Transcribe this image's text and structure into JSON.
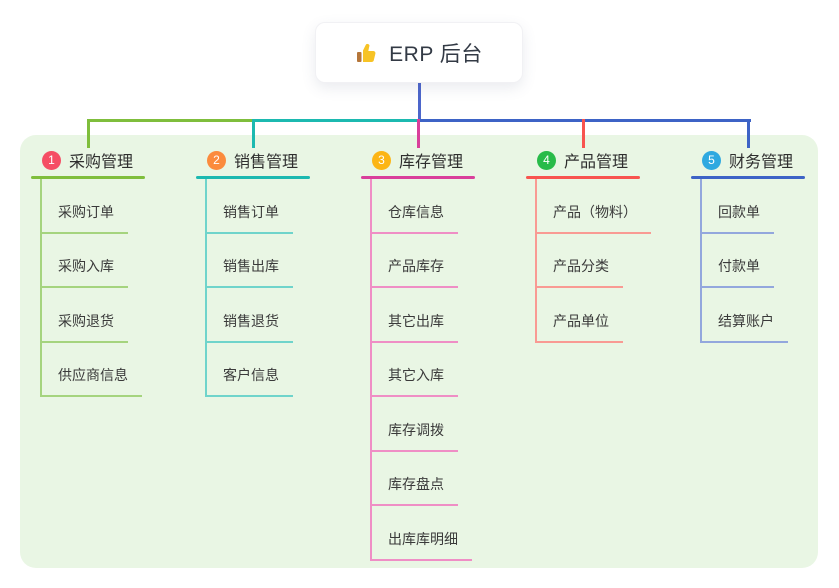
{
  "root": {
    "label": "ERP 后台",
    "icon": "thumbs-up-icon"
  },
  "colors": {
    "page_bg": "#ffffff",
    "panel_bg": "#e9f6e4",
    "stem": "#4c66cb",
    "node_text": "#333a45",
    "title_text": "#2e2e2e",
    "child_text": "#3a3a3a"
  },
  "branches": [
    {
      "num": "1",
      "title": "采购管理",
      "badge_color": "#f54e64",
      "line_color": "#7fbe3c",
      "child_line_color": "#a5d47e",
      "children": [
        "采购订单",
        "采购入库",
        "采购退货",
        "供应商信息"
      ]
    },
    {
      "num": "2",
      "title": "销售管理",
      "badge_color": "#fb8b3d",
      "line_color": "#1cb9b0",
      "child_line_color": "#6fd4cb",
      "children": [
        "销售订单",
        "销售出库",
        "销售退货",
        "客户信息"
      ]
    },
    {
      "num": "3",
      "title": "库存管理",
      "badge_color": "#fcb515",
      "line_color": "#d93f9b",
      "child_line_color": "#ef8ec5",
      "children": [
        "仓库信息",
        "产品库存",
        "其它出库",
        "其它入库",
        "库存调拨",
        "库存盘点",
        "出库库明细"
      ]
    },
    {
      "num": "4",
      "title": "产品管理",
      "badge_color": "#28bb49",
      "line_color": "#f8544f",
      "child_line_color": "#f99a93",
      "children": [
        "产品（物料）",
        "产品分类",
        "产品单位"
      ]
    },
    {
      "num": "5",
      "title": "财务管理",
      "badge_color": "#2fa9e0",
      "line_color": "#3d63c6",
      "child_line_color": "#93a7dd",
      "children": [
        "回款单",
        "付款单",
        "结算账户"
      ]
    }
  ]
}
